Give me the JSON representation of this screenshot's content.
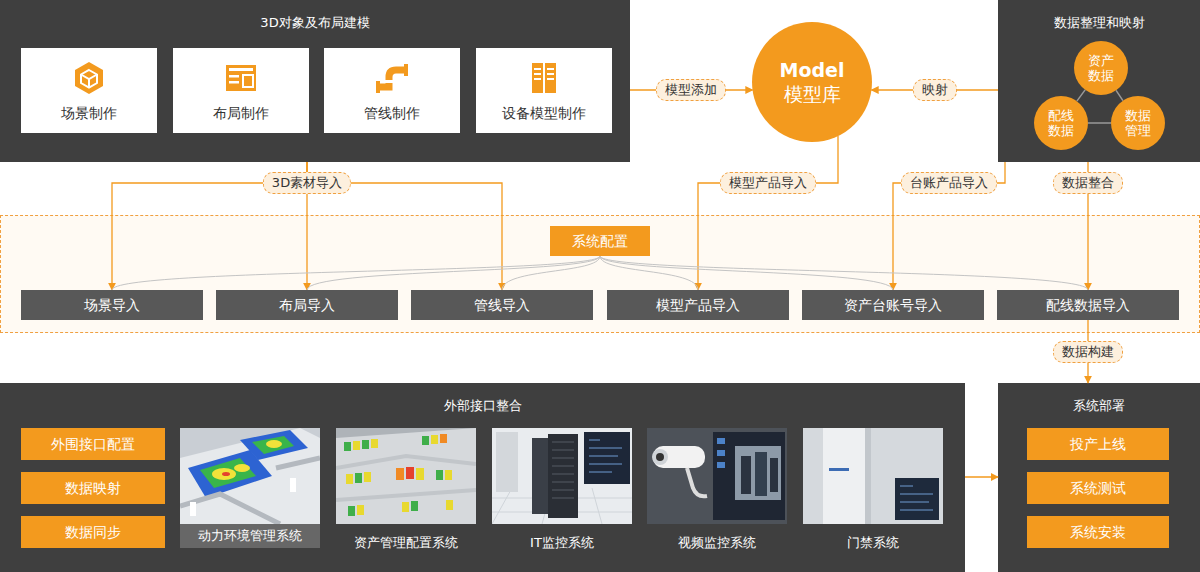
{
  "diagram": {
    "nodes": [
      {
        "text": [
          "3D对象及布局建模"
        ]
      },
      {
        "text": [
          "场景制作"
        ],
        "in": 0
      },
      {
        "text": [
          "布局制作"
        ],
        "in": 0
      },
      {
        "text": [
          "管线制作"
        ],
        "in": 0
      },
      {
        "text": [
          "设备模型制作"
        ],
        "in": 0
      },
      {
        "text": [
          "Model",
          "模型库"
        ]
      },
      {
        "text": [
          "数据整理和映射"
        ]
      },
      {
        "text": [
          "资产 数据"
        ],
        "in": 6
      },
      {
        "text": [
          "配线 数据"
        ],
        "in": 6
      },
      {
        "text": [
          "数据 管理"
        ],
        "in": 6
      },
      {
        "text": [
          "系统配置"
        ]
      },
      {
        "text": [
          "场景导入"
        ]
      },
      {
        "text": [
          "布局导入"
        ]
      },
      {
        "text": [
          "管线导入"
        ]
      },
      {
        "text": [
          "模型产品导入"
        ]
      },
      {
        "text": [
          "资产台账号导入"
        ]
      },
      {
        "text": [
          "配线数据导入"
        ]
      },
      {
        "text": [
          "外部接口整合"
        ]
      },
      {
        "text": [
          "外围接口配置"
        ],
        "in": 17
      },
      {
        "text": [
          "数据映射"
        ],
        "in": 17
      },
      {
        "text": [
          "数据同步"
        ],
        "in": 17
      },
      {
        "text": [
          "动力环境管理系统"
        ],
        "in": 17
      },
      {
        "text": [
          "资产管理配置系统"
        ],
        "in": 17
      },
      {
        "text": [
          "IT监控系统"
        ],
        "in": 17
      },
      {
        "text": [
          "视频监控系统"
        ],
        "in": 17
      },
      {
        "text": [
          "门禁系统"
        ],
        "in": 17
      },
      {
        "text": [
          "系统部署"
        ]
      },
      {
        "text": [
          "投产上线"
        ],
        "in": 26
      },
      {
        "text": [
          "系统测试"
        ],
        "in": 26
      },
      {
        "text": [
          "系统安装"
        ],
        "in": 26
      }
    ],
    "edges": [
      {
        "from": 0,
        "to": 5,
        "label": "模型添加",
        "arrow": "to"
      },
      {
        "from": 6,
        "to": 5,
        "label": "映射",
        "arrow": "to"
      },
      {
        "from": 0,
        "to": 11,
        "arrow": "to"
      },
      {
        "from": 0,
        "to": 12,
        "label": "3D素材导入",
        "arrow": "to"
      },
      {
        "from": 0,
        "to": 13,
        "arrow": "to"
      },
      {
        "from": 5,
        "to": 14,
        "label": "模型产品导入",
        "arrow": "to"
      },
      {
        "from": 6,
        "to": 15,
        "label": "台账产品导入",
        "arrow": "to"
      },
      {
        "from": 6,
        "to": 16,
        "label": "数据整合",
        "arrow": "to"
      },
      {
        "from": 7,
        "to": 8,
        "arrow": "none"
      },
      {
        "from": 7,
        "to": 9,
        "arrow": "none"
      },
      {
        "from": 8,
        "to": 9,
        "arrow": "none"
      },
      {
        "from": 10,
        "to": 11,
        "arrow": "none"
      },
      {
        "from": 10,
        "to": 12,
        "arrow": "none"
      },
      {
        "from": 10,
        "to": 13,
        "arrow": "none"
      },
      {
        "from": 10,
        "to": 14,
        "arrow": "none"
      },
      {
        "from": 10,
        "to": 15,
        "arrow": "none"
      },
      {
        "from": 10,
        "to": 16,
        "arrow": "none"
      },
      {
        "from": 16,
        "to": 26,
        "label": "数据构建",
        "arrow": "to"
      },
      {
        "from": 17,
        "to": 26,
        "arrow": "to"
      }
    ]
  }
}
